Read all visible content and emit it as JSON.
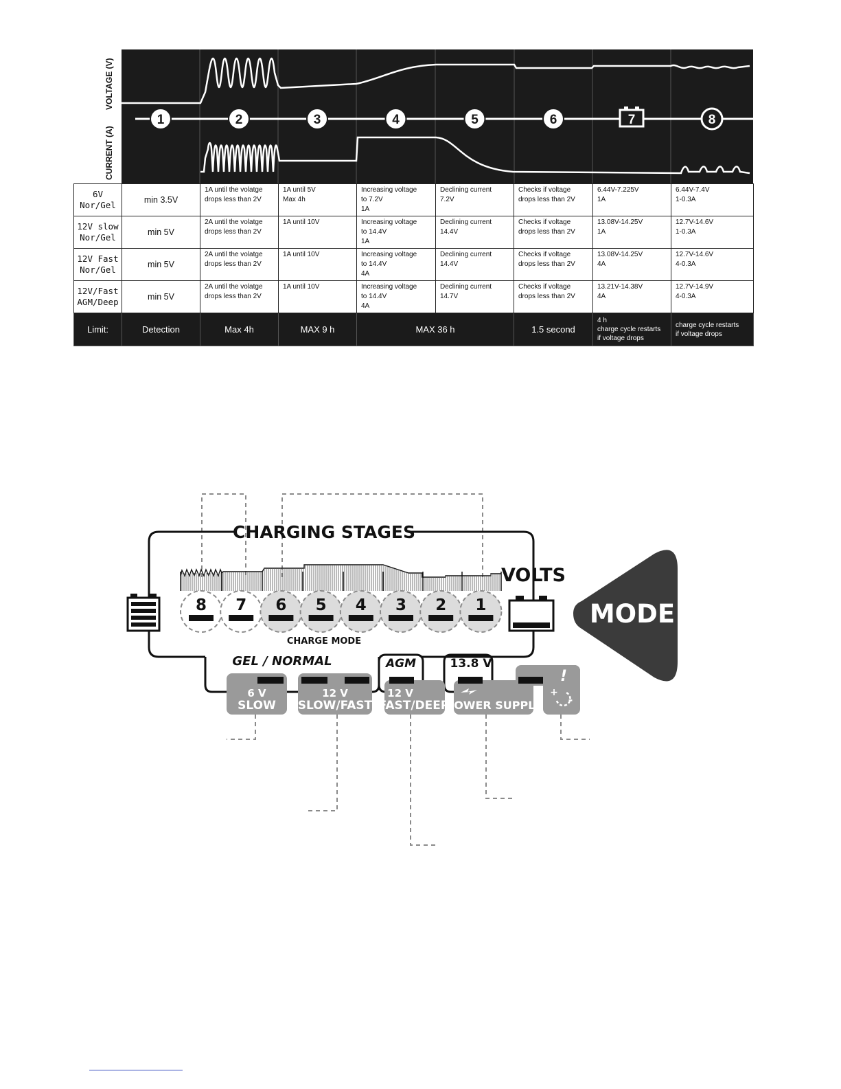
{
  "chart": {
    "voltage_label": "VOLTAGE (V)",
    "current_label": "CURRENT (A)",
    "stage_numbers": [
      "1",
      "2",
      "3",
      "4",
      "5",
      "6",
      "7",
      "8"
    ]
  },
  "table": {
    "rows": [
      {
        "mode": "6V\nNor/Gel",
        "cells": [
          "min 3.5V",
          "1A until the volatge\ndrops less than 2V",
          "1A until 5V\nMax 4h",
          "Increasing voltage\nto 7.2V\n1A",
          "Declining current\n7.2V",
          "Checks if voltage\ndrops less than 2V",
          "6.44V-7.225V\n1A",
          "6.44V-7.4V\n1-0.3A"
        ]
      },
      {
        "mode": "12V slow\nNor/Gel",
        "cells": [
          "min 5V",
          "2A until the volatge\ndrops less than 2V",
          "1A until 10V",
          "Increasing voltage\nto 14.4V\n1A",
          "Declining current\n14.4V",
          "Checks if voltage\ndrops less than 2V",
          "13.08V-14.25V\n1A",
          "12.7V-14.6V\n1-0.3A"
        ]
      },
      {
        "mode": "12V Fast\nNor/Gel",
        "cells": [
          "min 5V",
          "2A until the volatge\ndrops less than 2V",
          "1A until 10V",
          "Increasing voltage\nto 14.4V\n4A",
          "Declining current\n14.4V",
          "Checks if voltage\ndrops less than 2V",
          "13.08V-14.25V\n4A",
          "12.7V-14.6V\n4-0.3A"
        ]
      },
      {
        "mode": "12V/Fast\nAGM/Deep",
        "cells": [
          "min 5V",
          "2A until the volatge\ndrops less than 2V",
          "1A until 10V",
          "Increasing voltage\nto 14.4V\n4A",
          "Declining current\n14.7V",
          "Checks if voltage\ndrops less than 2V",
          "13.21V-14.38V\n4A",
          "12.7V-14.9V\n4-0.3A"
        ]
      }
    ],
    "limit": {
      "label": "Limit:",
      "detection": "Detection",
      "max_4h": "Max 4h",
      "max_9h": "MAX 9 h",
      "max_36h": "MAX 36 h",
      "second": "1.5 second",
      "stage7": "4 h\ncharge cycle restarts\nif voltage drops",
      "stage8": "charge cycle restarts\nif voltage drops"
    }
  },
  "panel": {
    "title": "CHARGING STAGES",
    "volts": "VOLTS",
    "mode_button": "MODE",
    "charge_mode": "CHARGE MODE",
    "stage_digits": [
      "8",
      "7",
      "6",
      "5",
      "4",
      "3",
      "2",
      "1"
    ],
    "gel_normal": "GEL / NORMAL",
    "agm": "AGM",
    "v138": "13.8 V",
    "btn_6v_top": "6 V",
    "btn_6v_bottom": "SLOW",
    "btn_12v_top": "12 V",
    "btn_12v_bottom": "SLOW/FAST",
    "btn_agm_top": "12 V",
    "btn_agm_bottom": "FAST/DEEP",
    "btn_ps": "POWER SUPPLY",
    "warn_symbol": "!",
    "plus": "+",
    "minus": "-"
  }
}
